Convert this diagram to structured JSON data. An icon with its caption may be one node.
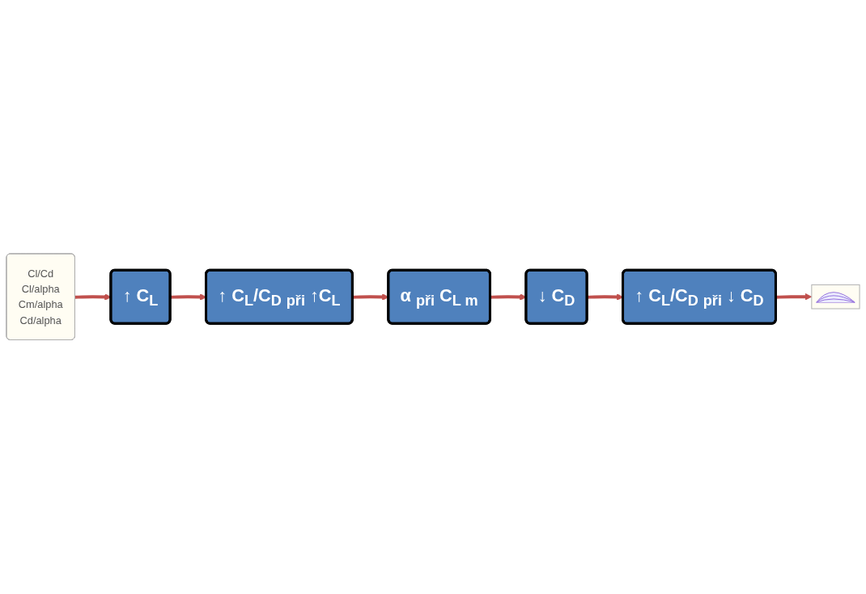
{
  "diagram": {
    "nodes": [
      {
        "text": [
          "Cl/Cd",
          "Cl/alpha",
          "Cm/alpha",
          "Cd/alpha"
        ]
      },
      {
        "text": [
          "↑ C$_{L}$"
        ]
      },
      {
        "text": [
          "↑ C$_{L}$/C$_{D}$ $_{při}$ ↑C$_{L}$"
        ]
      },
      {
        "text": [
          "α $_{při}$ C$_{L m}$"
        ]
      },
      {
        "text": [
          "↓ C$_{D}$"
        ]
      },
      {
        "text": [
          "↑ C$_{L}$/C$_{D}$ $_{při}$ ↓ C$_{D}$"
        ]
      },
      {
        "text": [],
        "shape": "picture"
      }
    ],
    "edges": [
      {
        "from": 0,
        "to": 1,
        "arrow": "to"
      },
      {
        "from": 1,
        "to": 2,
        "arrow": "to"
      },
      {
        "from": 2,
        "to": 3,
        "arrow": "to"
      },
      {
        "from": 3,
        "to": 4,
        "arrow": "to"
      },
      {
        "from": 4,
        "to": 5,
        "arrow": "to"
      },
      {
        "from": 5,
        "to": 6,
        "arrow": "to"
      }
    ]
  }
}
